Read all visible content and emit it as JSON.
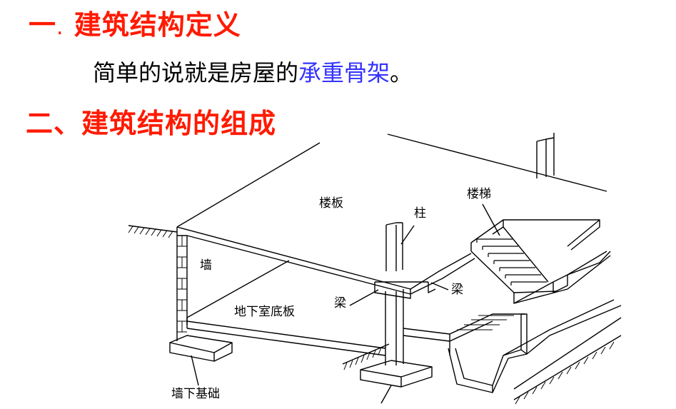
{
  "heading1": {
    "number": "一",
    "sep": ".",
    "text": "建筑结构定义"
  },
  "definition": {
    "prefix": "简单的说就是房屋的",
    "highlight": "承重骨架",
    "suffix": "。"
  },
  "heading2": {
    "text": "二、建筑结构的组成"
  },
  "colors": {
    "heading": "#ff1a00",
    "highlight": "#3333ff"
  },
  "diagram": {
    "labels": {
      "floor_slab": "楼板",
      "column": "柱",
      "stairs": "楼梯",
      "wall": "墙",
      "beam_right": "梁",
      "beam_left": "梁",
      "basement_slab": "地下室底板",
      "wall_foundation": "墙下基础"
    }
  }
}
